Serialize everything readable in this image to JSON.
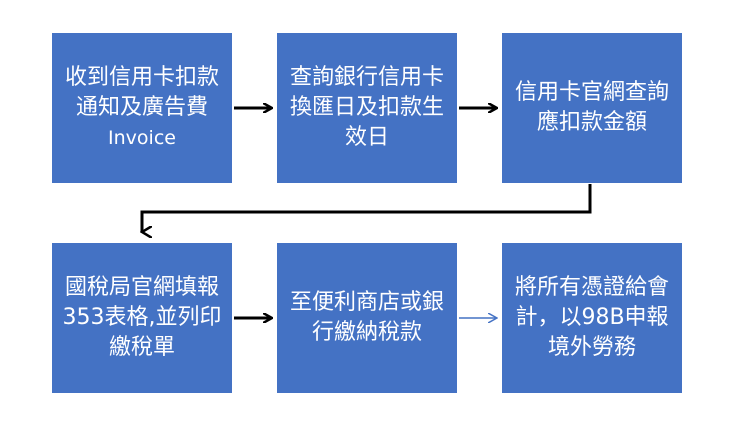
{
  "colors": {
    "box_fill": "#4472c4",
    "box_text": "#ffffff",
    "arrow_dark": "#000000",
    "arrow_blue": "#4472c4"
  },
  "steps": [
    {
      "lines": [
        "收到信用卡扣款",
        "通知及廣告費",
        "Invoice"
      ]
    },
    {
      "lines": [
        "查詢銀行信用卡",
        "換匯日及扣款生",
        "效日"
      ]
    },
    {
      "lines": [
        "信用卡官網查詢",
        "應扣款金額"
      ]
    },
    {
      "lines": [
        "國稅局官網填報",
        "353表格,並列印",
        "繳稅單"
      ]
    },
    {
      "lines": [
        "至便利商店或銀",
        "行繳納稅款"
      ]
    },
    {
      "lines": [
        "將所有憑證給會",
        "計，以98B申報",
        "境外勞務"
      ]
    }
  ]
}
